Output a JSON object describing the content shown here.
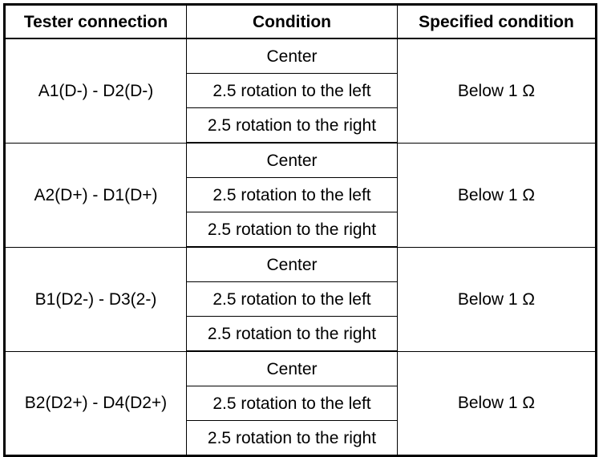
{
  "headers": [
    "Tester connection",
    "Condition",
    "Specified condition"
  ],
  "groups": [
    {
      "connection": "A1(D-) - D2(D-)",
      "conditions": [
        "Center",
        "2.5 rotation to the left",
        "2.5 rotation to the right"
      ],
      "specified": "Below 1 Ω"
    },
    {
      "connection": "A2(D+) - D1(D+)",
      "conditions": [
        "Center",
        "2.5 rotation to the left",
        "2.5 rotation to the right"
      ],
      "specified": "Below 1 Ω"
    },
    {
      "connection": "B1(D2-) - D3(2-)",
      "conditions": [
        "Center",
        "2.5 rotation to the left",
        "2.5 rotation to the right"
      ],
      "specified": "Below 1 Ω"
    },
    {
      "connection": "B2(D2+) - D4(D2+)",
      "conditions": [
        "Center",
        "2.5 rotation to the left",
        "2.5 rotation to the right"
      ],
      "specified": "Below 1 Ω"
    }
  ]
}
